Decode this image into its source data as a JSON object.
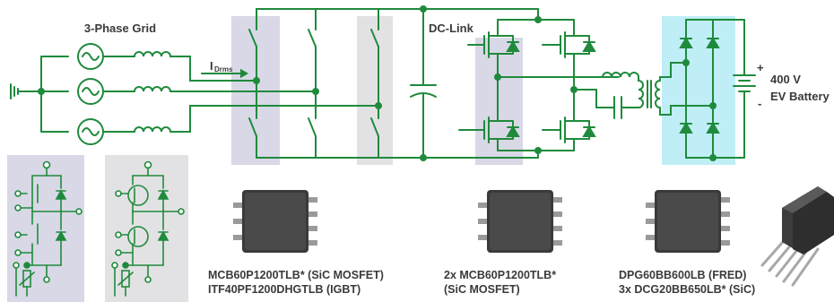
{
  "colors": {
    "wire": "#1f8a3c",
    "shade_gray": "#e2e2e4",
    "shade_lavender": "#d8d8e6",
    "shade_cyan": "#bfeef6",
    "chip_body": "#3a3a3a",
    "chip_pin": "#9a9a9a",
    "text": "#3a3a3a"
  },
  "labels": {
    "grid": "3-Phase Grid",
    "current_main": "I",
    "current_sub": "Drms",
    "dclink": "DC-Link",
    "battery_voltage": "400 V",
    "battery_name": "EV Battery",
    "plus": "+",
    "minus": "-"
  },
  "parts": {
    "part1_line1": "MCB60P1200TLB* (SiC MOSFET)",
    "part1_line2": "ITF40PF1200DHGTLB (IGBT)",
    "part2_line1": "2x MCB60P1200TLB*",
    "part2_line2": "(SiC MOSFET)",
    "part3_line1": "DPG60BB600LB (FRED)",
    "part3_line2": "3x DCG20BB650LB* (SiC)"
  },
  "icons": [
    "ac-source-icon",
    "inductor-icon",
    "switch-icon",
    "capacitor-icon",
    "mosfet-icon",
    "diode-icon",
    "transformer-icon",
    "battery-icon",
    "chip-package-icon",
    "to-package-icon",
    "ground-icon"
  ]
}
